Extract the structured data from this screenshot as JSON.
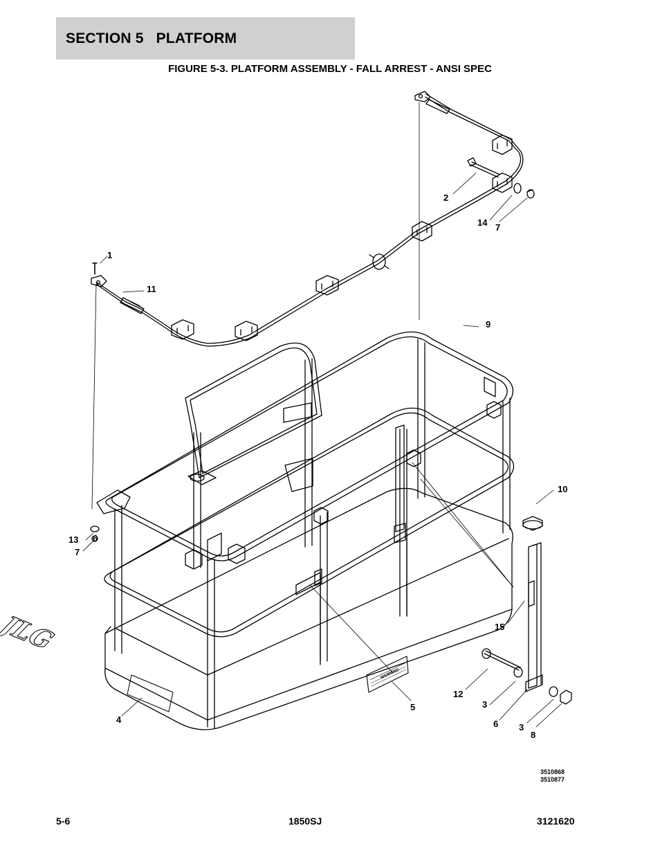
{
  "header": {
    "section": "SECTION 5",
    "section_title": "PLATFORM"
  },
  "figure": {
    "title": "FIGURE 5-3. PLATFORM ASSEMBLY - FALL ARREST - ANSI SPEC"
  },
  "callouts": {
    "c1": "1",
    "c2": "2",
    "c3a": "3",
    "c3b": "3",
    "c4": "4",
    "c5": "5",
    "c6a": "6",
    "c6b": "6",
    "c7a": "7",
    "c7b": "7",
    "c8": "8",
    "c9": "9",
    "c10": "10",
    "c11": "11",
    "c12": "12",
    "c13": "13",
    "c14": "14",
    "c15": "15"
  },
  "labels": {
    "brand_logo": "JLG",
    "decal_text": "WARNING"
  },
  "drawing_numbers": [
    "3510868",
    "3510877"
  ],
  "footer": {
    "page": "5-6",
    "model": "1850SJ",
    "doc_number": "3121620"
  }
}
